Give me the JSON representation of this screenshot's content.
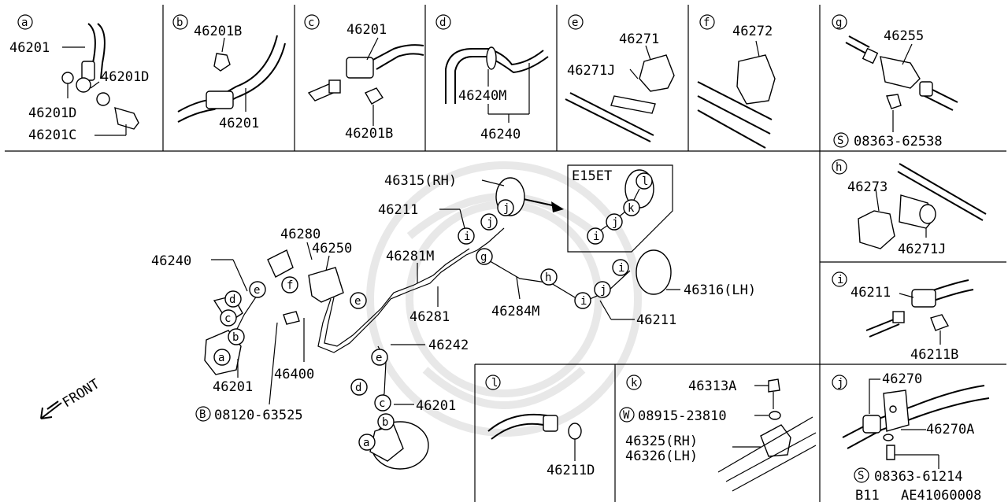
{
  "panels": {
    "a": {
      "letter": "a",
      "labels": [
        "46201",
        "46201D",
        "46201D",
        "46201C"
      ]
    },
    "b": {
      "letter": "b",
      "labels": [
        "46201B",
        "46201"
      ]
    },
    "c": {
      "letter": "c",
      "labels": [
        "46201",
        "46201B"
      ]
    },
    "d": {
      "letter": "d",
      "labels": [
        "46240M",
        "46240"
      ]
    },
    "e": {
      "letter": "e",
      "labels": [
        "46271",
        "46271J"
      ]
    },
    "f": {
      "letter": "f",
      "labels": [
        "46272"
      ]
    },
    "g": {
      "letter": "g",
      "labels": [
        "46255",
        "08363-62538"
      ],
      "marker": "S"
    },
    "h": {
      "letter": "h",
      "labels": [
        "46273",
        "46271J"
      ]
    },
    "i": {
      "letter": "i",
      "labels": [
        "46211",
        "46211B"
      ]
    },
    "j": {
      "letter": "j",
      "labels": [
        "46270",
        "46270A",
        "08363-61214"
      ],
      "marker": "S"
    },
    "k": {
      "letter": "k",
      "labels": [
        "46313A",
        "08915-23810",
        "46325(RH)",
        "46326(LH)"
      ],
      "marker": "W"
    },
    "l": {
      "letter": "l",
      "labels": [
        "46211D"
      ]
    }
  },
  "main": {
    "labels": [
      "46315(RH)",
      "46211",
      "46280",
      "46250",
      "46240",
      "46281M",
      "46281",
      "46284M",
      "46316(LH)",
      "46211",
      "46242",
      "46400",
      "46201",
      "46201",
      "08120-63525"
    ],
    "marker": "B",
    "front": "FRONT",
    "inset_title": "E15ET",
    "callouts": [
      "e",
      "f",
      "d",
      "c",
      "b",
      "a",
      "e",
      "e",
      "d",
      "c",
      "b",
      "a",
      "g",
      "h",
      "i",
      "j",
      "i",
      "j",
      "i",
      "j",
      "i",
      "j",
      "k",
      "l"
    ]
  },
  "footer": {
    "model": "B11",
    "code": "AE41060008"
  }
}
